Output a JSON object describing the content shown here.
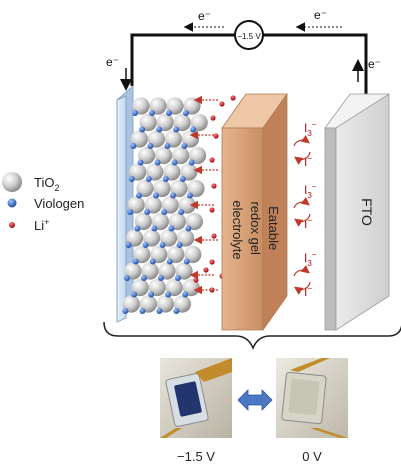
{
  "circuit": {
    "source_label": "−1.5 V",
    "electron_labels": [
      "e⁻",
      "e⁻",
      "e⁻",
      "e⁻"
    ]
  },
  "legend": {
    "tio2": {
      "text": "TiO",
      "sub": "2"
    },
    "viologen": {
      "text": "Viologen"
    },
    "li": {
      "text": "Li",
      "sup": "+"
    }
  },
  "electrolyte": {
    "lines": [
      "Eatable",
      "redox gel",
      "electrolyte"
    ]
  },
  "counter_electrode": {
    "label": "FTO"
  },
  "redox": {
    "oxidized": {
      "text": "I",
      "sub": "3",
      "sup": "−"
    },
    "reduced": {
      "text": "I",
      "sup": "−"
    }
  },
  "photos": {
    "left_caption": "−1.5 V",
    "right_caption": "0 V"
  },
  "colors": {
    "glass": "#cfe0f2",
    "gel": "#d9a37a",
    "fto": "#dcdcdc",
    "arrow_red": "#c0392b",
    "viologen_blue": "#2e5fb8",
    "li_red": "#b0121b",
    "double_arrow": "#4a78c2"
  }
}
